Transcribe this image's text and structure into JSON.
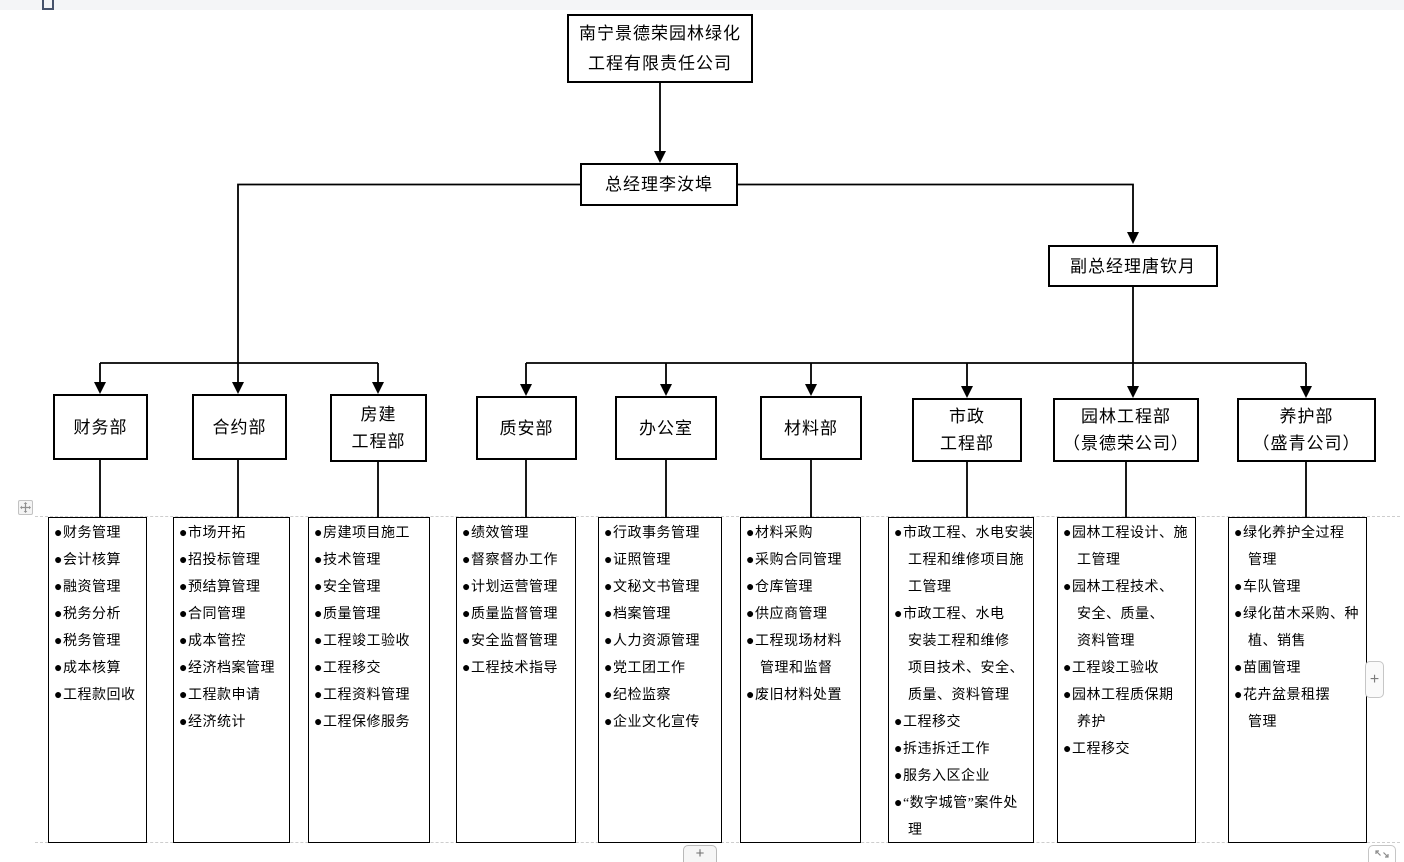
{
  "page": {
    "background": "#ffffff",
    "top_strip_color": "#f4f5f7",
    "line_color": "#000000",
    "gridline_color": "#cdcdcd"
  },
  "org": {
    "company": {
      "line1": "南宁景德荣园林绿化",
      "line2": "工程有限责任公司"
    },
    "general_manager": "总经理李汝埠",
    "deputy_general_manager": "副总经理唐钦月",
    "departments": [
      {
        "line1": "财务部",
        "line2": "",
        "duty_lines": [
          "●财务管理",
          "●会计核算",
          "●融资管理",
          "●税务分析",
          "●税务管理",
          "●成本核算",
          "●工程款回收"
        ]
      },
      {
        "line1": "合约部",
        "line2": "",
        "duty_lines": [
          "●市场开拓",
          "●招投标管理",
          "●预结算管理",
          "●合同管理",
          "●成本管控",
          "●经济档案管理",
          "●工程款申请",
          "●经济统计"
        ]
      },
      {
        "line1": "房建",
        "line2": "工程部",
        "duty_lines": [
          "●房建项目施工",
          "●技术管理",
          "●安全管理",
          "●质量管理",
          "●工程竣工验收",
          "●工程移交",
          "●工程资料管理",
          "●工程保修服务"
        ]
      },
      {
        "line1": "质安部",
        "line2": "",
        "duty_lines": [
          "●绩效管理",
          "●督察督办工作",
          "●计划运营管理",
          "●质量监督管理",
          "●安全监督管理",
          "●工程技术指导"
        ]
      },
      {
        "line1": "办公室",
        "line2": "",
        "duty_lines": [
          "●行政事务管理",
          "●证照管理",
          "●文秘文书管理",
          "●档案管理",
          "●人力资源管理",
          "●党工团工作",
          "●纪检监察",
          "●企业文化宣传"
        ]
      },
      {
        "line1": "材料部",
        "line2": "",
        "duty_lines": [
          "●材料采购",
          "●采购合同管理",
          "●仓库管理",
          "●供应商管理",
          "●工程现场材料",
          "管理和监督",
          "●废旧材料处置"
        ]
      },
      {
        "line1": "市政",
        "line2": "工程部",
        "duty_lines": [
          "●市政工程、水电安装",
          "工程和维修项目施",
          "工管理",
          "●市政工程、水电",
          "安装工程和维修",
          "项目技术、安全、",
          "质量、资料管理",
          "●工程移交",
          "●拆违拆迁工作",
          "●服务入区企业",
          "●“数字城管”案件处",
          "理"
        ]
      },
      {
        "line1": "园林工程部",
        "line2": "（景德荣公司）",
        "duty_lines": [
          "●园林工程设计、施",
          "工管理",
          "●园林工程技术、",
          "安全、质量、",
          "资料管理",
          "●工程竣工验收",
          "●园林工程质保期",
          "养护",
          "●工程移交"
        ]
      },
      {
        "line1": "养护部",
        "line2": "（盛青公司）",
        "duty_lines": [
          "●绿化养护全过程",
          "管理",
          "●车队管理",
          "●绿化苗木采购、种",
          "植、销售",
          "●苗圃管理",
          "●花卉盆景租摆",
          "管理"
        ]
      }
    ]
  },
  "chrome": {
    "zoom_in_button_label": "+",
    "add_row_button_label": "+"
  }
}
